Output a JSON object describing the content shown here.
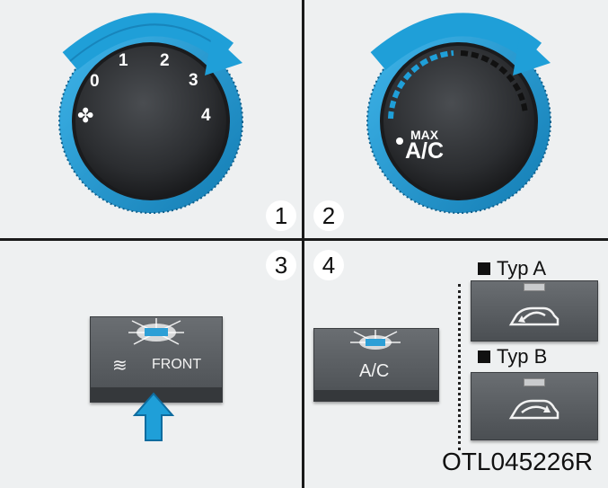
{
  "panel1": {
    "number": "1",
    "knob_labels": [
      "0",
      "1",
      "2",
      "3",
      "4"
    ]
  },
  "panel2": {
    "number": "2",
    "max_label": "MAX",
    "ac_label": "A/C"
  },
  "panel3": {
    "number": "3",
    "button_label": "FRONT"
  },
  "panel4": {
    "number": "4",
    "ac_button_label": "A/C",
    "type_a_label": "Typ A",
    "type_b_label": "Typ B"
  },
  "image_code": "OTL045226R",
  "colors": {
    "accent_blue": "#1f9fd8",
    "knob_dark": "#2e3033",
    "button_gray": "#5a5e62"
  },
  "icons": {
    "fan": "fan-icon",
    "rear_defrost": "rear-defrost-icon",
    "recirculation": "recirculation-car-icon",
    "fresh_air": "fresh-air-car-icon",
    "indicator": "indicator-light-icon",
    "press_arrow": "arrow-up-icon"
  }
}
